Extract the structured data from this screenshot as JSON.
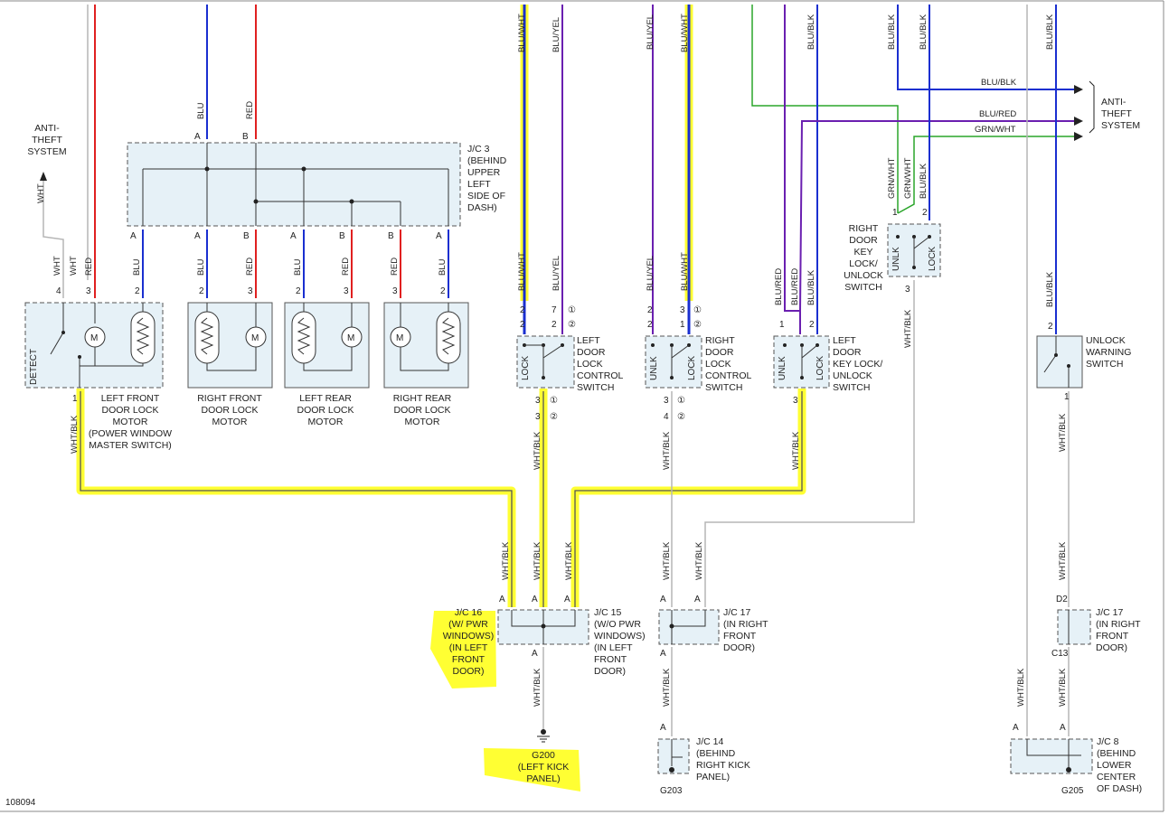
{
  "figure_id": "108094",
  "wires": {
    "wht": "WHT",
    "red": "RED",
    "blu": "BLU",
    "blu_wht": "BLU/WHT",
    "blu_yel": "BLU/YEL",
    "blu_blk": "BLU/BLK",
    "blu_red": "BLU/RED",
    "grn_wht": "GRN/WHT",
    "wht_blk": "WHT/BLK"
  },
  "pins": {
    "a": "A",
    "b": "B",
    "c13": "C13",
    "d2": "D2",
    "n1": "1",
    "n2": "2",
    "n3": "3",
    "n4": "4",
    "n7": "7",
    "c1": "①",
    "c2": "②"
  },
  "labels": {
    "anti_theft_top": [
      "ANTI-",
      "THEFT",
      "SYSTEM"
    ],
    "anti_theft_right": [
      "ANTI-",
      "THEFT",
      "SYSTEM"
    ],
    "jc3": [
      "J/C 3",
      "(BEHIND",
      "UPPER",
      "LEFT",
      "SIDE OF",
      "DASH)"
    ],
    "detect": "DETECT",
    "lf_motor": [
      "LEFT FRONT",
      "DOOR LOCK",
      "MOTOR",
      "(POWER WINDOW",
      "MASTER SWITCH)"
    ],
    "rf_motor": [
      "RIGHT FRONT",
      "DOOR LOCK",
      "MOTOR"
    ],
    "lr_motor": [
      "LEFT REAR",
      "DOOR LOCK",
      "MOTOR"
    ],
    "rr_motor": [
      "RIGHT REAR",
      "DOOR LOCK",
      "MOTOR"
    ],
    "left_lock_ctrl": [
      "LEFT",
      "DOOR",
      "LOCK",
      "CONTROL",
      "SWITCH"
    ],
    "right_lock_ctrl": [
      "RIGHT",
      "DOOR",
      "LOCK",
      "CONTROL",
      "SWITCH"
    ],
    "left_key": [
      "LEFT",
      "DOOR",
      "KEY LOCK/",
      "UNLOCK",
      "SWITCH"
    ],
    "right_key": [
      "RIGHT",
      "DOOR",
      "KEY",
      "LOCK/",
      "UNLOCK",
      "SWITCH"
    ],
    "unlock_warning": [
      "UNLOCK",
      "WARNING",
      "SWITCH"
    ],
    "lock": "LOCK",
    "unlk": "UNLK",
    "motor": "M",
    "jc16": [
      "J/C 16",
      "(W/ PWR",
      "WINDOWS)",
      "(IN LEFT",
      "FRONT",
      "DOOR)"
    ],
    "jc15": [
      "J/C 15",
      "(W/O PWR",
      "WINDOWS)",
      "(IN LEFT",
      "FRONT",
      "DOOR)"
    ],
    "jc17a": [
      "J/C 17",
      "(IN RIGHT",
      "FRONT",
      "DOOR)"
    ],
    "jc17b": [
      "J/C 17",
      "(IN RIGHT",
      "FRONT",
      "DOOR)"
    ],
    "jc14": [
      "J/C 14",
      "(BEHIND",
      "RIGHT KICK",
      "PANEL)"
    ],
    "jc8": [
      "J/C 8",
      "(BEHIND",
      "LOWER",
      "CENTER",
      "OF DASH)"
    ],
    "g200": [
      "G200",
      "(LEFT KICK",
      "PANEL)"
    ],
    "g203": "G203",
    "g205": "G205"
  },
  "colors": {
    "red": "#e02020",
    "blue": "#1a2fd0",
    "grey": "#b5b5b5",
    "green": "#2aa52a",
    "purple": "#6a1fb0",
    "highlight": "#ffff33",
    "box_fill": "#e6f1f7"
  }
}
